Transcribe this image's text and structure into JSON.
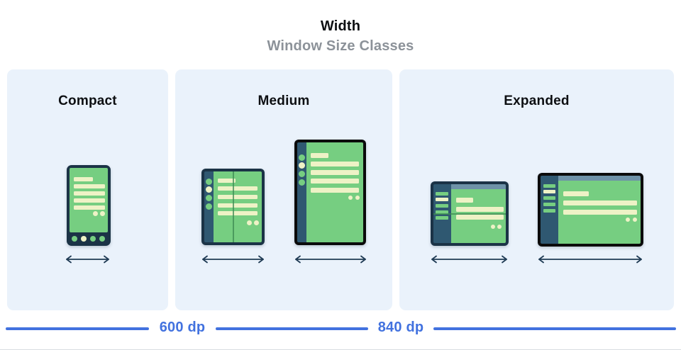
{
  "header": {
    "title": "Width",
    "subtitle": "Window Size Classes"
  },
  "panels": [
    {
      "label": "Compact",
      "devices": [
        "phone"
      ]
    },
    {
      "label": "Medium",
      "devices": [
        "foldable-portrait",
        "tablet-portrait"
      ]
    },
    {
      "label": "Expanded",
      "devices": [
        "foldable-landscape",
        "tablet-landscape"
      ]
    }
  ],
  "ruler": {
    "breakpoints": [
      "600 dp",
      "840 dp"
    ]
  },
  "colors": {
    "page-bg": "#ffffff",
    "panel-bg": "#eaf2fb",
    "title-color": "#0d0f12",
    "subtitle-color": "#8c9299",
    "frame-navy": "#1b3346",
    "frame-black": "#0b0b0b",
    "screen-green": "#76ce81",
    "cream": "#eef2c6",
    "sidebar-slate": "#2f5871",
    "topbar-slate": "#6e92a8",
    "fold-green": "#3d8a53",
    "arrow-navy": "#1f3b54",
    "ruler-blue": "#4272df"
  }
}
